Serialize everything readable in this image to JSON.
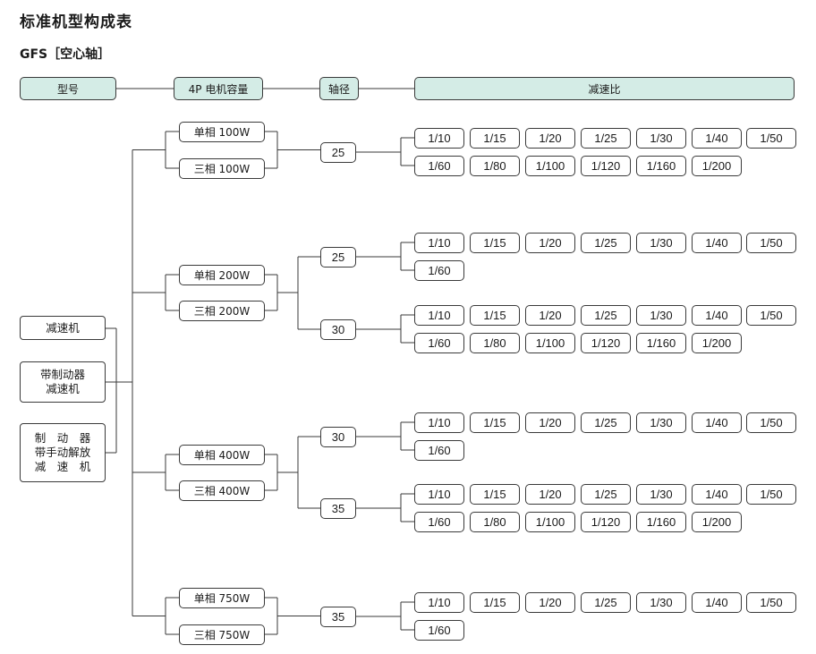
{
  "title": "标准机型构成表",
  "subtitle": "GFS［空心轴］",
  "headers": {
    "model": "型号",
    "motor": "4P 电机容量",
    "shaft": "轴径",
    "ratio": "减速比"
  },
  "types": [
    {
      "lines": [
        "减速机"
      ]
    },
    {
      "lines": [
        "带制动器",
        "减速机"
      ]
    },
    {
      "lines": [
        "制　动　器",
        "带手动解放",
        "减　速　机"
      ]
    }
  ],
  "groups": [
    {
      "single": "单相 100W",
      "three": "三相 100W",
      "shafts": [
        {
          "label": "25",
          "row1": [
            "1/10",
            "1/15",
            "1/20",
            "1/25",
            "1/30",
            "1/40",
            "1/50"
          ],
          "row2": [
            "1/60",
            "1/80",
            "1/100",
            "1/120",
            "1/160",
            "1/200"
          ]
        }
      ]
    },
    {
      "single": "单相 200W",
      "three": "三相 200W",
      "shafts": [
        {
          "label": "25",
          "row1": [
            "1/10",
            "1/15",
            "1/20",
            "1/25",
            "1/30",
            "1/40",
            "1/50"
          ],
          "row2": [
            "1/60"
          ]
        },
        {
          "label": "30",
          "row1": [
            "1/10",
            "1/15",
            "1/20",
            "1/25",
            "1/30",
            "1/40",
            "1/50"
          ],
          "row2": [
            "1/60",
            "1/80",
            "1/100",
            "1/120",
            "1/160",
            "1/200"
          ]
        }
      ]
    },
    {
      "single": "单相 400W",
      "three": "三相 400W",
      "shafts": [
        {
          "label": "30",
          "row1": [
            "1/10",
            "1/15",
            "1/20",
            "1/25",
            "1/30",
            "1/40",
            "1/50"
          ],
          "row2": [
            "1/60"
          ]
        },
        {
          "label": "35",
          "row1": [
            "1/10",
            "1/15",
            "1/20",
            "1/25",
            "1/30",
            "1/40",
            "1/50"
          ],
          "row2": [
            "1/60",
            "1/80",
            "1/100",
            "1/120",
            "1/160",
            "1/200"
          ]
        }
      ]
    },
    {
      "single": "单相 750W",
      "three": "三相 750W",
      "shafts": [
        {
          "label": "35",
          "row1": [
            "1/10",
            "1/15",
            "1/20",
            "1/25",
            "1/30",
            "1/40",
            "1/50"
          ],
          "row2": [
            "1/60"
          ]
        }
      ]
    }
  ]
}
